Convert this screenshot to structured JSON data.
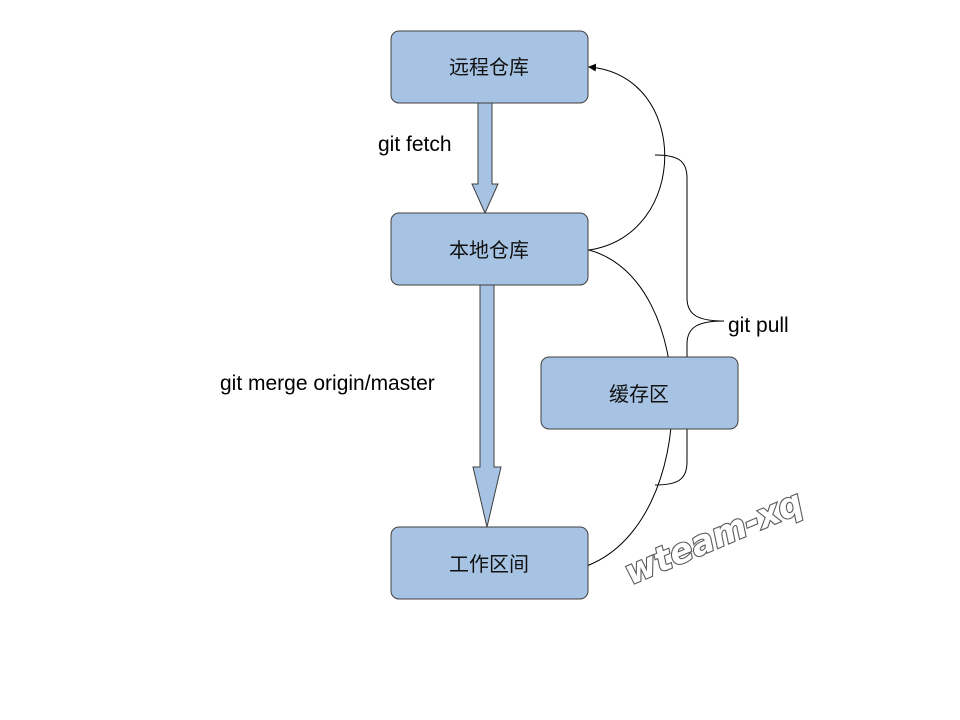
{
  "nodes": {
    "remote_repo": "远程仓库",
    "local_repo": "本地仓库",
    "staging_area": "缓存区",
    "working_dir": "工作区间"
  },
  "edges": {
    "fetch": "git fetch",
    "merge": "git merge origin/master",
    "pull": "git pull"
  },
  "watermark": "wteam-xq",
  "colors": {
    "node_fill": "#a7c3e4",
    "node_stroke": "#3f3f3f",
    "arrow_fill": "#a7c3e4",
    "line": "#000000"
  }
}
